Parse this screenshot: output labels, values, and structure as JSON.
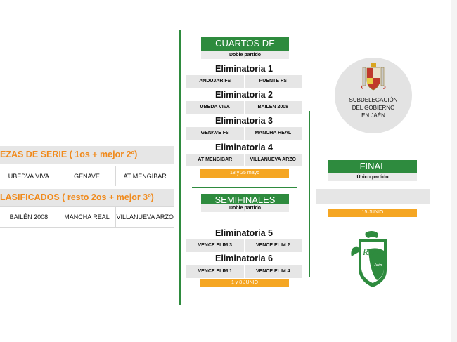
{
  "left": {
    "seeds_header": "EZAS DE SERIE ( 1os + mejor 2º)",
    "seeds": [
      "UBEDVA VIVA",
      "GENAVE",
      "AT MENGIBAR"
    ],
    "qualified_header": "LASIFICADOS ( resto 2os +  mejor 3º)",
    "qualified": [
      "BAILÉN 2008",
      "MANCHA REAL",
      "VILLANUEVA ARZO"
    ]
  },
  "quarters": {
    "title": "CUARTOS DE FINAL",
    "subtitle": "Doble partido",
    "matches": [
      {
        "label": "Eliminatoria 1",
        "home": "ANDUJAR FS",
        "away": "PUENTE FS"
      },
      {
        "label": "Eliminatoria 2",
        "home": "UBEDA VIVA",
        "away": "BAILEN 2008"
      },
      {
        "label": "Eliminatoria 3",
        "home": "GENAVE FS",
        "away": "MANCHA REAL"
      },
      {
        "label": "Eliminatoria 4",
        "home": "AT MENGIBAR",
        "away": "VILLANUEVA ARZO"
      }
    ],
    "dates": "18 y 25 mayo"
  },
  "semis": {
    "title": "SEMIFINALES",
    "subtitle": "Doble partido",
    "matches": [
      {
        "label": "Eliminatoria 5",
        "home": "VENCE ELIM 3",
        "away": "VENCE ELIM 2"
      },
      {
        "label": "Eliminatoria 6",
        "home": "VENCE ELIM 1",
        "away": "VENCE ELIM 4"
      }
    ],
    "dates": "1 y 8 JUNIO"
  },
  "final": {
    "title": "FINAL",
    "subtitle": "Único partido",
    "date": "15 JUNIO"
  },
  "subdelegacion": {
    "line1": "SUBDELEGACIÓN",
    "line2": "DEL GOBIERNO",
    "line3": "EN JAÉN"
  },
  "logo_text": "RJA",
  "logo_sub": "Jaén",
  "colors": {
    "green": "#2e8b3e",
    "orange": "#f5a623",
    "orange_text": "#f08a1c",
    "gray": "#e6e6e6"
  }
}
